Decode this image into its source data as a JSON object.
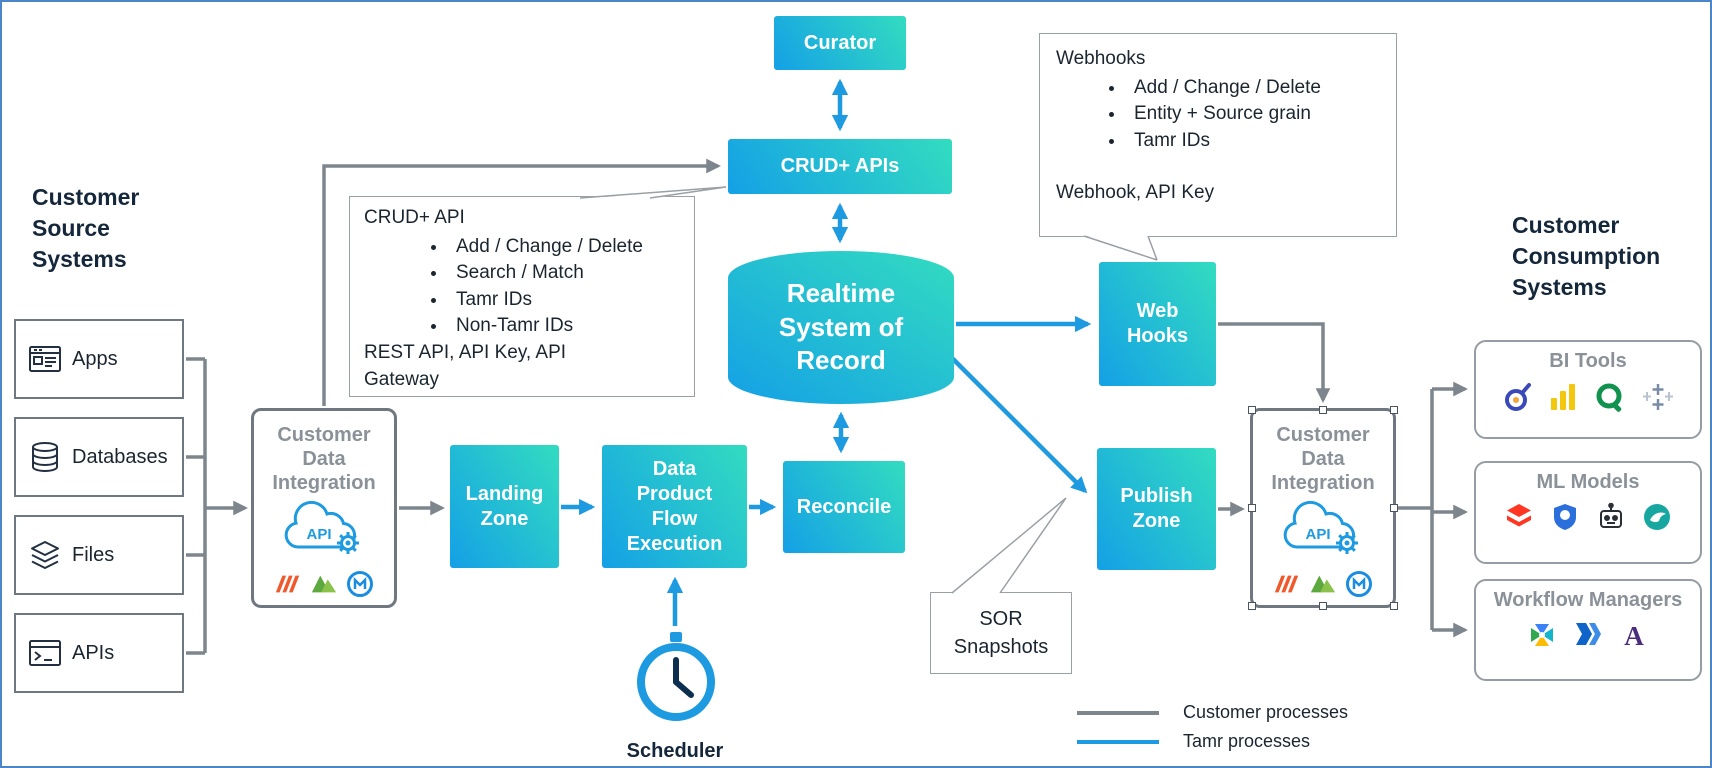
{
  "headings": {
    "source": "Customer Source Systems",
    "consumption": "Customer Consumption Systems"
  },
  "source_systems": {
    "items": [
      {
        "label": "Apps",
        "icon": "app-window-icon"
      },
      {
        "label": "Databases",
        "icon": "database-icon"
      },
      {
        "label": "Files",
        "icon": "layers-icon"
      },
      {
        "label": "APIs",
        "icon": "terminal-icon"
      }
    ]
  },
  "nodes": {
    "curator": "Curator",
    "crud_apis": "CRUD+ APIs",
    "realtime_sor": "Realtime System of Record",
    "landing_zone": "Landing Zone",
    "data_product_flow": "Data Product Flow Execution",
    "reconcile": "Reconcile",
    "web_hooks": "Web Hooks",
    "publish_zone": "Publish Zone",
    "scheduler": "Scheduler"
  },
  "cdi": {
    "left_label": "Customer Data Integration",
    "right_label": "Customer Data Integration",
    "cloud_label": "API",
    "logos": [
      "informatica-icon",
      "green-etl-icon",
      "mulesoft-icon"
    ]
  },
  "callouts": {
    "crud": {
      "title": "CRUD+ API",
      "bullets": [
        "Add / Change / Delete",
        "Search / Match",
        "Tamr IDs",
        "Non-Tamr IDs"
      ],
      "footer": "REST API, API Key, API Gateway"
    },
    "webhooks": {
      "title": "Webhooks",
      "bullets": [
        "Add / Change / Delete",
        "Entity + Source grain",
        "Tamr IDs"
      ],
      "footer": "Webhook, API Key"
    },
    "sor_snapshots": {
      "label": "SOR Snapshots"
    }
  },
  "consumption_systems": {
    "items": [
      {
        "label": "BI Tools",
        "icons": [
          "looker-icon",
          "power-bi-icon",
          "qlik-icon",
          "tableau-icon"
        ]
      },
      {
        "label": "ML Models",
        "icons": [
          "databricks-icon",
          "shield-icon",
          "robot-icon",
          "bird-icon"
        ]
      },
      {
        "label": "Workflow Managers",
        "icons": [
          "pinwheel-icon",
          "chevron-flag-icon",
          "letter-a-icon"
        ]
      }
    ]
  },
  "legend": {
    "items": [
      {
        "label": "Customer processes",
        "color": "#7d858d"
      },
      {
        "label": "Tamr processes",
        "color": "#1e9be0"
      }
    ]
  },
  "colors": {
    "node_gradient_start": "#14a0e6",
    "node_gradient_end": "#33dcc0",
    "tamr_blue": "#1e9be0",
    "customer_gray": "#7d858d"
  }
}
